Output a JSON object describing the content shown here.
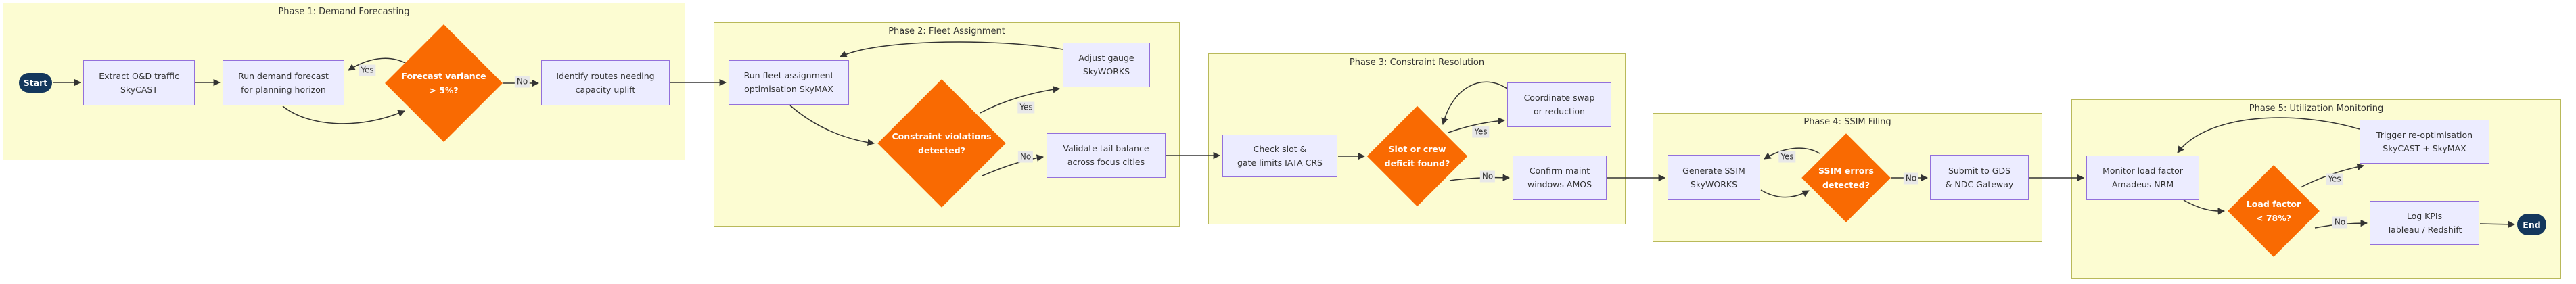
{
  "diagram": {
    "phases": [
      {
        "title": "Phase 1: Demand Forecasting"
      },
      {
        "title": "Phase 2: Fleet Assignment"
      },
      {
        "title": "Phase 3: Constraint Resolution"
      },
      {
        "title": "Phase 4: SSIM Filing"
      },
      {
        "title": "Phase 5: Utilization Monitoring"
      }
    ],
    "nodes": {
      "start": {
        "label": "Start"
      },
      "extract": {
        "line1": "Extract O&D traffic",
        "line2": "SkyCAST"
      },
      "run_demand": {
        "line1": "Run demand forecast",
        "line2": "for planning horizon"
      },
      "forecast_variance": {
        "line1": "Forecast variance",
        "line2": "> 5%?"
      },
      "identify": {
        "line1": "Identify routes needing",
        "line2": "capacity uplift"
      },
      "run_fleet": {
        "line1": "Run fleet assignment",
        "line2": "optimisation SkyMAX"
      },
      "constraint_violations": {
        "line1": "Constraint violations",
        "line2": "detected?"
      },
      "adjust": {
        "line1": "Adjust gauge",
        "line2": "SkyWORKS"
      },
      "validate": {
        "line1": "Validate tail balance",
        "line2": "across focus cities"
      },
      "check_slot": {
        "line1": "Check slot &",
        "line2": "gate limits IATA CRS"
      },
      "slot_crew": {
        "line1": "Slot or crew",
        "line2": "deficit found?"
      },
      "coordinate": {
        "line1": "Coordinate swap",
        "line2": "or reduction"
      },
      "confirm": {
        "line1": "Confirm maint",
        "line2": "windows AMOS"
      },
      "generate": {
        "line1": "Generate SSIM",
        "line2": "SkyWORKS"
      },
      "ssim_errors": {
        "line1": "SSIM errors",
        "line2": "detected?"
      },
      "submit": {
        "line1": "Submit to GDS",
        "line2": "& NDC Gateway"
      },
      "monitor": {
        "line1": "Monitor load factor",
        "line2": "Amadeus NRM"
      },
      "load_factor": {
        "line1": "Load factor",
        "line2": "< 78%?"
      },
      "trigger": {
        "line1": "Trigger re-optimisation",
        "line2": "SkyCAST + SkyMAX"
      },
      "log_kpis": {
        "line1": "Log KPIs",
        "line2": "Tableau / Redshift"
      },
      "end": {
        "label": "End"
      }
    },
    "edge_labels": {
      "yes": "Yes",
      "no": "No"
    },
    "colors": {
      "container_fill": "#FCFCD2",
      "container_border": "#B9B95A",
      "node_fill": "#ECECFF",
      "node_border": "#9370DB",
      "decision_fill": "#F96A02",
      "terminal_fill": "#14375C",
      "terminal_text": "#FFFFFF",
      "text": "#333333",
      "edge": "#333333",
      "edge_label_bg": "#E8E8E8"
    }
  }
}
